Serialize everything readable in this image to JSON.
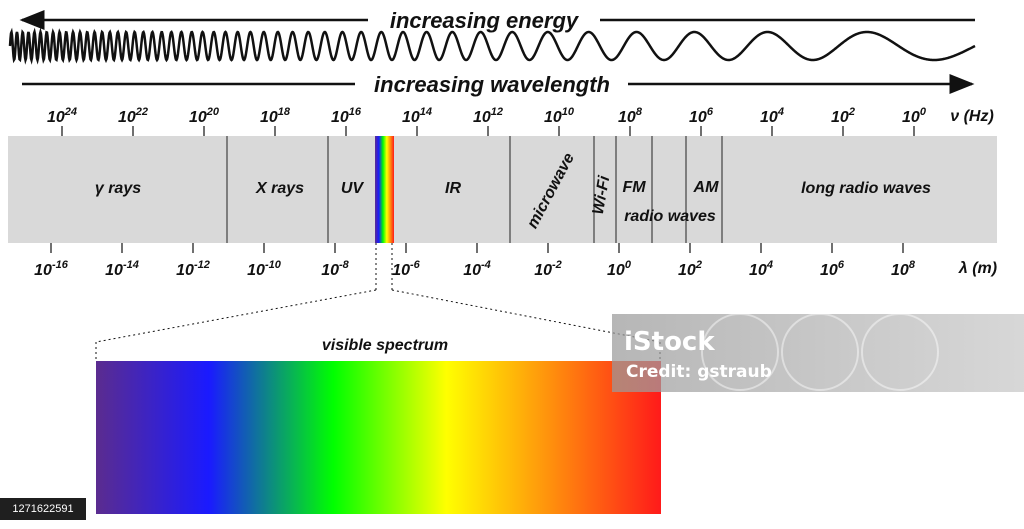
{
  "header": {
    "energy_label": "increasing energy",
    "wavelength_label": "increasing wavelength"
  },
  "frequency_axis": {
    "unit_label": "ν (Hz)",
    "ticks": [
      {
        "base": "10",
        "exp": "24"
      },
      {
        "base": "10",
        "exp": "22"
      },
      {
        "base": "10",
        "exp": "20"
      },
      {
        "base": "10",
        "exp": "18"
      },
      {
        "base": "10",
        "exp": "16"
      },
      {
        "base": "10",
        "exp": "14"
      },
      {
        "base": "10",
        "exp": "12"
      },
      {
        "base": "10",
        "exp": "10"
      },
      {
        "base": "10",
        "exp": "8"
      },
      {
        "base": "10",
        "exp": "6"
      },
      {
        "base": "10",
        "exp": "4"
      },
      {
        "base": "10",
        "exp": "2"
      },
      {
        "base": "10",
        "exp": "0"
      }
    ]
  },
  "wavelength_axis": {
    "unit_label": "λ (m)",
    "ticks": [
      {
        "base": "10",
        "exp": "-16"
      },
      {
        "base": "10",
        "exp": "-14"
      },
      {
        "base": "10",
        "exp": "-12"
      },
      {
        "base": "10",
        "exp": "-10"
      },
      {
        "base": "10",
        "exp": "-8"
      },
      {
        "base": "10",
        "exp": "-6"
      },
      {
        "base": "10",
        "exp": "-4"
      },
      {
        "base": "10",
        "exp": "-2"
      },
      {
        "base": "10",
        "exp": "0"
      },
      {
        "base": "10",
        "exp": "2"
      },
      {
        "base": "10",
        "exp": "4"
      },
      {
        "base": "10",
        "exp": "6"
      },
      {
        "base": "10",
        "exp": "8"
      }
    ]
  },
  "regions": {
    "gamma": "γ rays",
    "xray": "X rays",
    "uv": "UV",
    "ir": "IR",
    "microwave": "microwave",
    "wifi": "Wi-Fi",
    "fm": "FM",
    "am": "AM",
    "radio": "radio waves",
    "long_radio": "long radio waves"
  },
  "visible": {
    "label": "visible spectrum",
    "colors": [
      "#5b2c8f",
      "#1a1aff",
      "#00ff00",
      "#ffff00",
      "#ff1a1a"
    ]
  },
  "colors": {
    "band": "#d9d9d9",
    "ink": "#111111"
  },
  "watermark": {
    "brand": "iStock",
    "credit": "Credit: gstraub",
    "stock_id": "1271622591"
  }
}
